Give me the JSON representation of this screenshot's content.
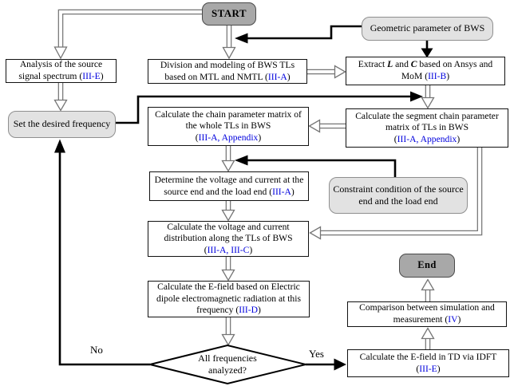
{
  "palette": {
    "ref_blue": "#0000dd",
    "terminal_fill": "#a8a8a8",
    "io_fill": "#e2e2e2",
    "process_fill": "#ffffff",
    "black_edge": "#000000",
    "hollow_edge_outline": "#757575"
  },
  "nodes": {
    "start": {
      "label": "START"
    },
    "end": {
      "label": "End"
    },
    "geometric": {
      "label": "Geometric parameter of BWS"
    },
    "set_frequency": {
      "label": "Set the desired frequency"
    },
    "analysis": {
      "l1": "Analysis of the source",
      "l2a": "signal spectrum (",
      "l2ref": "III-E",
      "l2b": ")"
    },
    "division": {
      "l1": "Division and modeling of BWS TLs",
      "l2a": "based on MTL and NMTL (",
      "l2ref": "III-A",
      "l2b": ")"
    },
    "extract": {
      "l1a": "Extract ",
      "l1sym1": "L",
      "l1b": " and ",
      "l1sym2": "C",
      "l1c": " based on Ansys and",
      "l2a": "MoM (",
      "l2ref": "III-B",
      "l2b": ")"
    },
    "chain": {
      "l1": "Calculate the chain parameter matrix of",
      "l2": "the whole TLs in BWS",
      "l3a": "(",
      "l3ref": "III-A, Appendix",
      "l3b": ")"
    },
    "segment": {
      "l1": "Calculate the segment chain parameter",
      "l2": "matrix of TLs in BWS",
      "l3a": "(",
      "l3ref": "III-A, Appendix",
      "l3b": ")"
    },
    "determine": {
      "l1": "Determine the voltage and current at the",
      "l2a": "source end and the load end (",
      "l2ref": "III-A",
      "l2b": ")"
    },
    "constraint": {
      "l1": "Constraint condition of the source",
      "l2": "end and the load end"
    },
    "distribution": {
      "l1": "Calculate the voltage and current",
      "l2": "distribution along the TLs of BWS",
      "l3a": "(",
      "l3ref": "III-A, III-C",
      "l3b": ")"
    },
    "efield": {
      "l1": "Calculate the E-field based on Electric",
      "l2": "dipole electromagnetic radiation at this",
      "l3a": "frequency (",
      "l3ref": "III-D",
      "l3b": ")"
    },
    "decision": {
      "l1": "All frequencies",
      "l2": "analyzed?"
    },
    "idft": {
      "l1": "Calculate the E-field in TD via IDFT",
      "l2a": "(",
      "l2ref": "III-E",
      "l2b": ")"
    },
    "comparison": {
      "l1": "Comparison between simulation and",
      "l2a": "measurement (",
      "l2ref": "IV",
      "l2b": ")"
    }
  },
  "edge_labels": {
    "yes": "Yes",
    "no": "No"
  }
}
